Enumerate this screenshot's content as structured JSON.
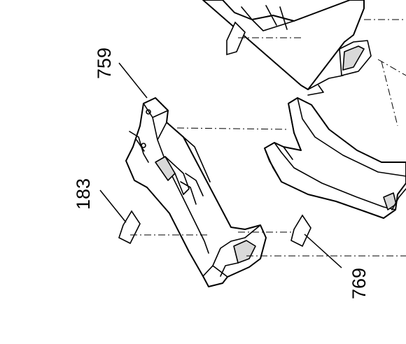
{
  "callouts": {
    "c759": "759",
    "c183": "183",
    "c769": "769"
  },
  "colors": {
    "line": "#000000",
    "background": "#ffffff",
    "shade": "#d9d9d9"
  }
}
